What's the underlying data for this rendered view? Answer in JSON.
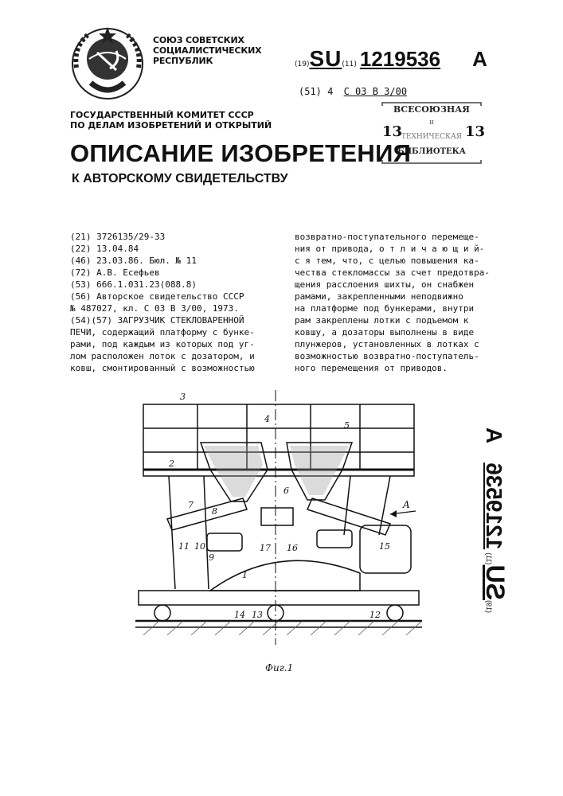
{
  "header": {
    "org_lines": [
      "СОЮЗ СОВЕТСКИХ",
      "СОЦИАЛИСТИЧЕСКИХ",
      "РЕСПУБЛИК"
    ],
    "code_19": "(19)",
    "country": "SU",
    "code_11": "(11)",
    "patent_number": "1219536",
    "kind": "A",
    "code_51": "(51) 4",
    "ipc": "С 03 В 3/00",
    "committee_lines": [
      "ГОСУДАРСТВЕННЫЙ КОМИТЕТ СССР",
      "ПО ДЕЛАМ ИЗОБРЕТЕНИЙ И ОТКРЫТИЙ"
    ]
  },
  "stamp": {
    "line1": "ВСЕСОЮЗНАЯ",
    "line2": "и",
    "line3": "ТЕХНИЧЕСКАЯ",
    "line4": "БИБЛИОТЕКА",
    "num_left": "13",
    "num_right": "13"
  },
  "title": "ОПИСАНИЕ ИЗОБРЕТЕНИЯ",
  "subtitle": "К АВТОРСКОМУ СВИДЕТЕЛЬСТВУ",
  "left_column": [
    "(21) 3726135/29-33",
    "(22) 13.04.84",
    "(46) 23.03.86. Бюл. № 11",
    "(72) А.В. Есефьев",
    "(53) 666.1.031.23(088.8)",
    "(56) Авторское свидетельство СССР",
    "№ 487027, кл. С 03 В 3/00, 1973.",
    "(54)(57) ЗАГРУЗЧИК СТЕКЛОВАРЕННОЙ",
    "ПЕЧИ, содержащий платформу с бунке-",
    "рами, под каждым из которых под уг-",
    "лом расположен лоток с дозатором, и",
    "ковш, смонтированный с возможностью"
  ],
  "right_column": [
    "возвратно-поступательного перемеще-",
    "ния от привода, о т л и ч а ю щ и й-",
    "с я тем, что, с целью повышения ка-",
    "чества стекломассы за счет предотвра-",
    "щения расслоения шихты, он снабжен",
    "рамами, закрепленными неподвижно",
    "на платформе под бункерами, внутри",
    "рам закреплены лотки с подъемом к",
    "ковшу, а дозаторы выполнены в виде",
    "плунжеров, установленных в лотках с",
    "возможностью возвратно-поступатель-",
    "ного перемещения от приводов."
  ],
  "drawing_labels": {
    "l1": "1",
    "l2": "2",
    "l3": "3",
    "l4": "4",
    "l5": "5",
    "l6": "6",
    "l7": "7",
    "l8": "8",
    "l9": "9",
    "l10": "10",
    "l11": "11",
    "l12": "12",
    "l13": "13",
    "l14": "14",
    "l15": "15",
    "l16": "16",
    "l17": "17",
    "lA": "A"
  },
  "figure_caption": "Фиг.1",
  "side": {
    "code_19": "(19)",
    "country": "SU",
    "code_11": "(11)",
    "patent_number": "1219536",
    "kind": "A"
  }
}
